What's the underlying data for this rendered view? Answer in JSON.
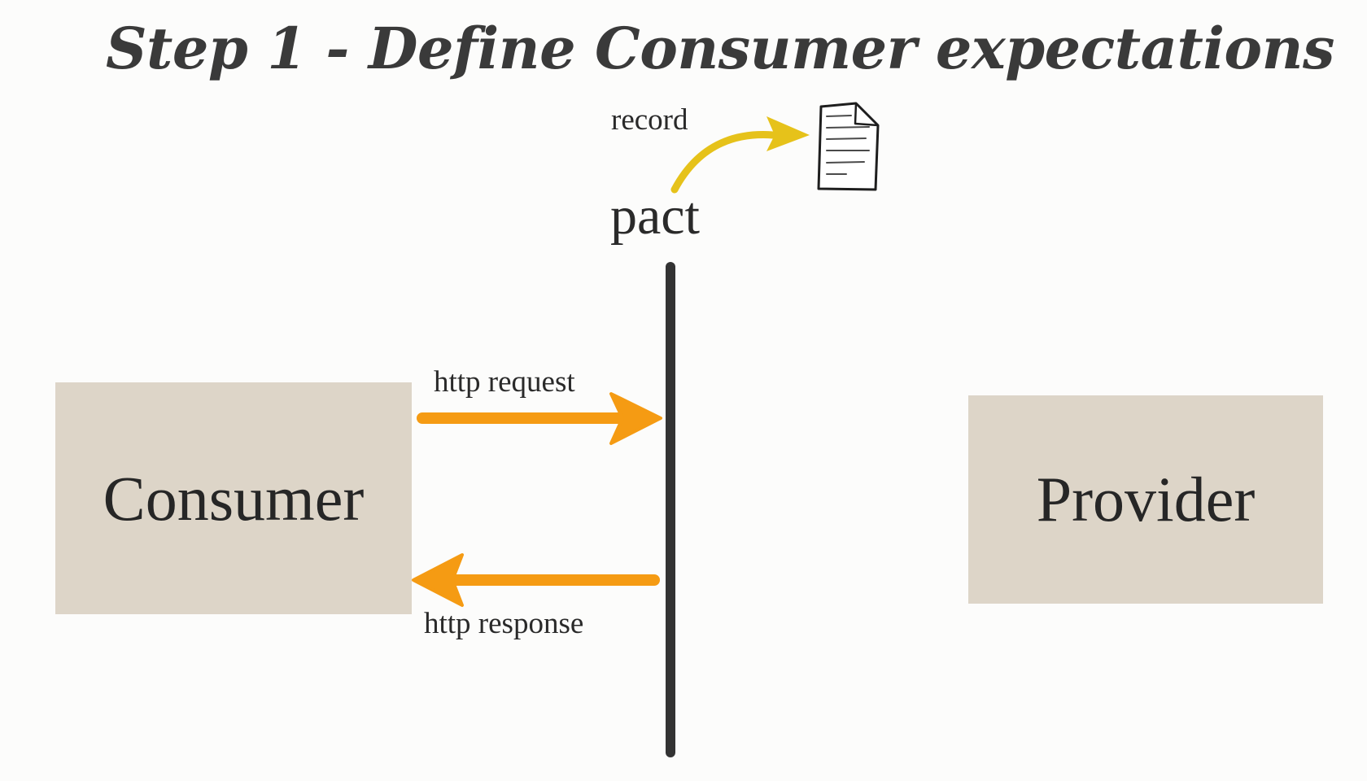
{
  "title": "Step 1 - Define Consumer expectations",
  "nodes": {
    "consumer": "Consumer",
    "provider": "Provider",
    "pact": "pact"
  },
  "edges": {
    "request": "http request",
    "response": "http response",
    "record": "record"
  },
  "icons": {
    "contract": "document-icon"
  },
  "colors": {
    "box_fill": "#ddd5c8",
    "http_arrow": "#f59b13",
    "record_arrow": "#e6c21a",
    "pact_line": "#333333"
  }
}
